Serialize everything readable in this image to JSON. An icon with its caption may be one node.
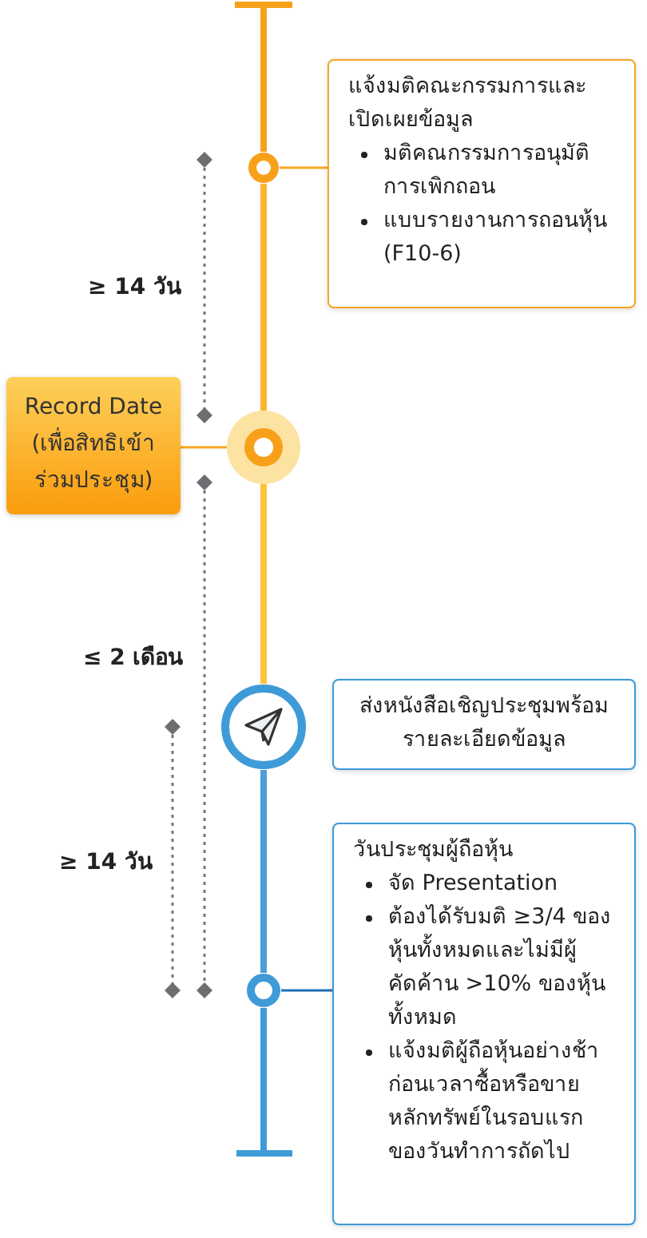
{
  "diagram": {
    "nodes": [
      {
        "text": [
          "แจ้งมติคณะกรรมการและเปิดเผยข้อมูล",
          "มติคณกรรมการอนุมัติการเพิกถอน",
          "แบบรายงานการถอนหุ้น (F10-6)"
        ]
      },
      {
        "text": [],
        "shape": "circle"
      },
      {
        "text": [
          "Record Date (เพื่อสิทธิเข้าร่วมประชุม)"
        ]
      },
      {
        "text": [],
        "shape": "circle"
      },
      {
        "text": [],
        "shape": "circle"
      },
      {
        "text": [
          "ส่งหนังสือเชิญประชุมพร้อมรายละเอียดข้อมูล"
        ]
      },
      {
        "text": [
          "วันประชุมผู้ถือหุ้น",
          "จัด Presentation",
          "ต้องได้รับมติ ≥3/4 ของหุ้นทั้งหมดและไม่มีผู้คัดค้าน >10% ของหุ้น ทั้งหมด",
          "แจ้งมติผู้ถือหุ้นอย่างช้าก่อนเวลาซื้อหรือขายหลักทรัพย์ในรอบแรกของวันทำการถัดไป"
        ]
      },
      {
        "text": [],
        "shape": "circle"
      }
    ],
    "edges": [
      {
        "from": 1,
        "to": 0,
        "arrow": "none",
        "color": "#f5a623"
      },
      {
        "from": 1,
        "to": 3,
        "arrow": "none",
        "style": "thick",
        "color": "#fbb432"
      },
      {
        "from": 3,
        "to": 2,
        "arrow": "none",
        "color": "#f5a623"
      },
      {
        "from": 3,
        "to": 4,
        "arrow": "none",
        "style": "thick",
        "color": "#fec43a"
      },
      {
        "from": 4,
        "to": 7,
        "arrow": "none",
        "style": "thick",
        "color": "#4a9fd8"
      },
      {
        "from": 7,
        "to": 6,
        "arrow": "none",
        "color": "#1f6fb5"
      }
    ],
    "labels": [
      "≥ 14 วัน",
      "≤ 2 เดือน",
      "≥ 14 วัน"
    ]
  }
}
